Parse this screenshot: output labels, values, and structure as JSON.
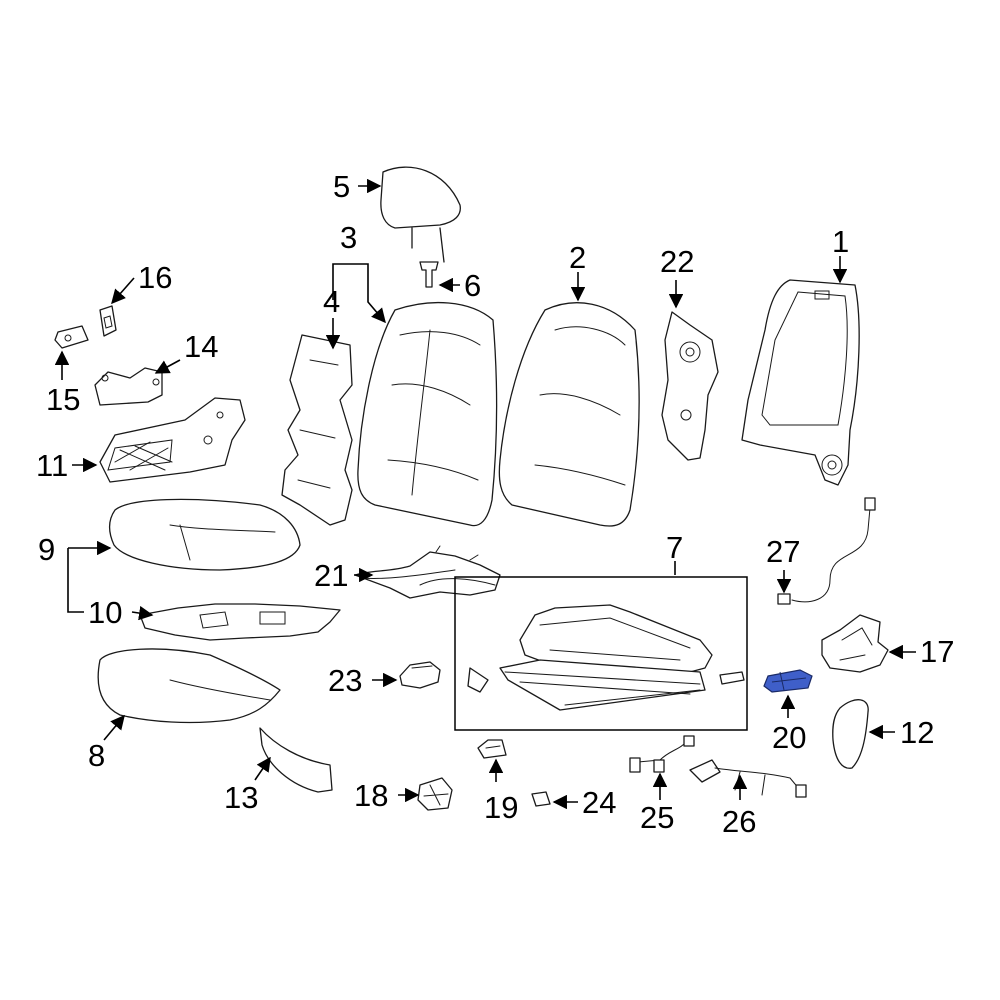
{
  "callouts": {
    "c1": "1",
    "c2": "2",
    "c3": "3",
    "c4": "4",
    "c5": "5",
    "c6": "6",
    "c7": "7",
    "c8": "8",
    "c9": "9",
    "c10": "10",
    "c11": "11",
    "c12": "12",
    "c13": "13",
    "c14": "14",
    "c15": "15",
    "c16": "16",
    "c17": "17",
    "c18": "18",
    "c19": "19",
    "c20": "20",
    "c21": "21",
    "c22": "22",
    "c23": "23",
    "c24": "24",
    "c25": "25",
    "c26": "26",
    "c27": "27"
  },
  "highlighted_part": "20",
  "colors": {
    "highlight": "#3f5fc9",
    "line": "#1a1a1a",
    "background": "#ffffff"
  }
}
